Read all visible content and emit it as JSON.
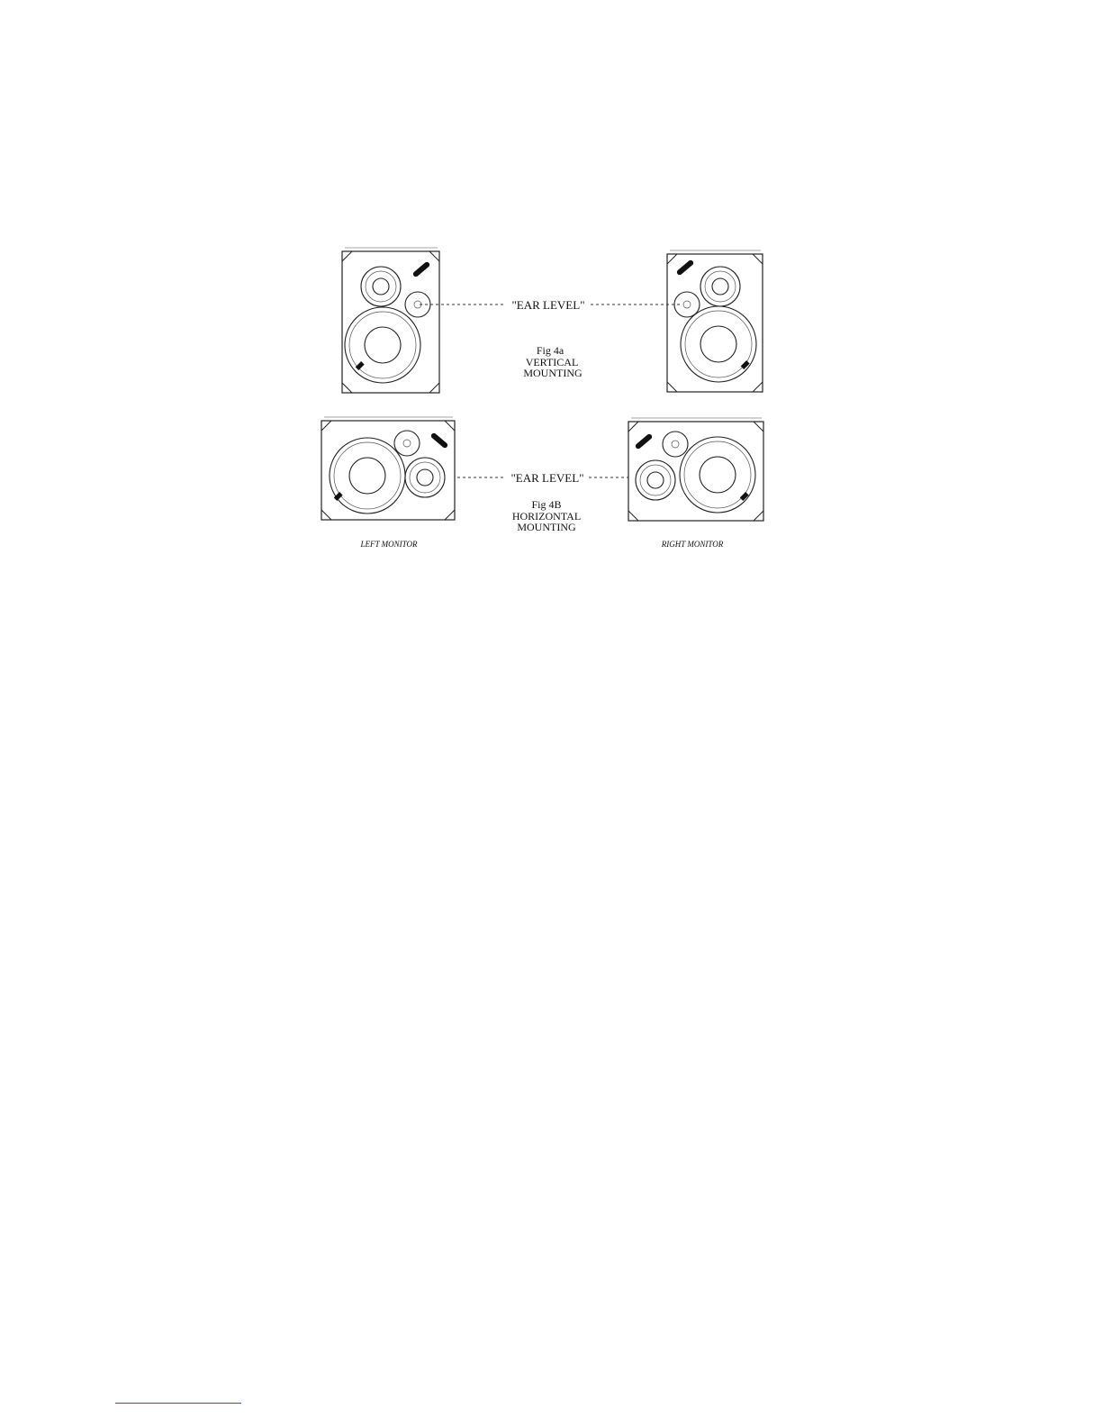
{
  "figure": {
    "ear_level_label": "\"EAR LEVEL\"",
    "fig_4a": {
      "number": "Fig 4a",
      "line1": "VERTICAL",
      "line2": "MOUNTING"
    },
    "fig_4b": {
      "number": "Fig 4B",
      "line1": "HORIZONTAL",
      "line2": "MOUNTING"
    },
    "left_monitor_label": "LEFT MONITOR",
    "right_monitor_label": "RIGHT MONITOR"
  },
  "colors": {
    "ink": "#111111",
    "footnote_rule": "#3a4fc0"
  }
}
